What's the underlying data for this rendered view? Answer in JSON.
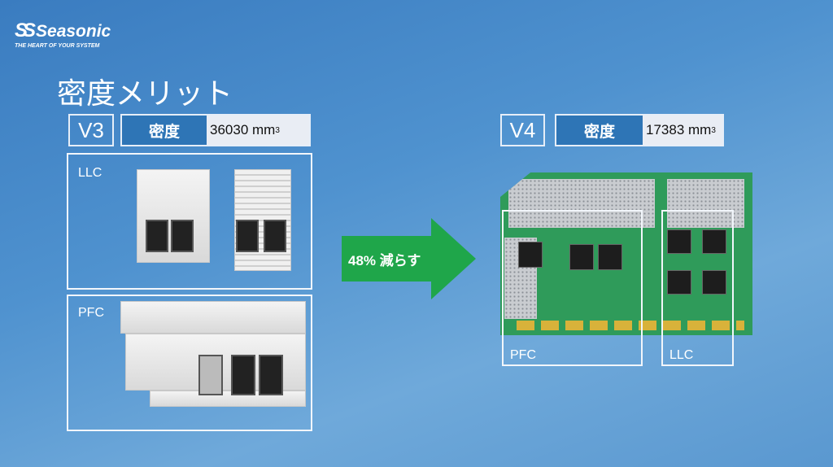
{
  "logo": {
    "brand": "Seasonic",
    "tagline": "THE HEART OF YOUR SYSTEM"
  },
  "title": "密度メリット",
  "v3": {
    "version": "V3",
    "label": "密度",
    "value": "36030 mm",
    "unit_exp": "3",
    "panels": {
      "llc": "LLC",
      "pfc": "PFC"
    }
  },
  "v4": {
    "version": "V4",
    "label": "密度",
    "value": "17383 mm",
    "unit_exp": "3",
    "regions": {
      "pfc": "PFC",
      "llc": "LLC"
    }
  },
  "arrow": {
    "text": "48% 減らす",
    "color": "#1fa64a"
  },
  "colors": {
    "label_bg": "#2e75b6",
    "value_bg": "#e9edf4"
  }
}
